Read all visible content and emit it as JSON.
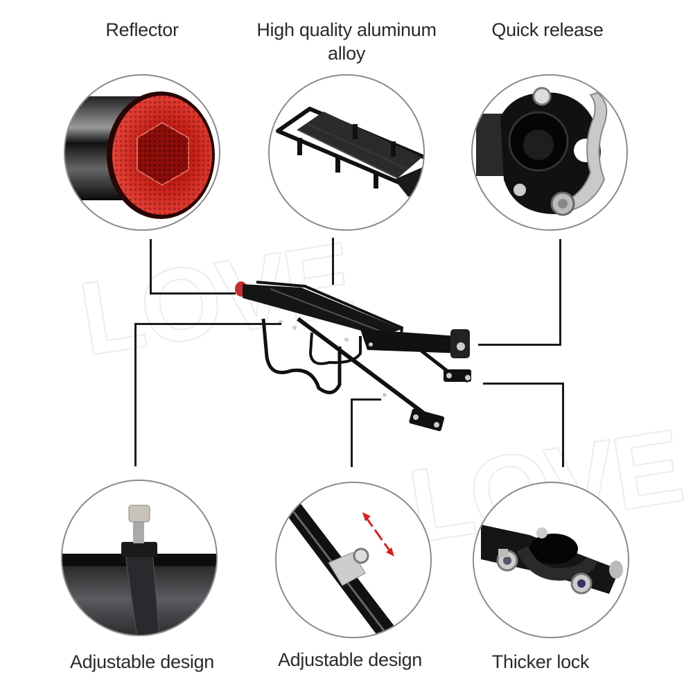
{
  "features": {
    "top": [
      {
        "id": "reflector",
        "label": "Reflector"
      },
      {
        "id": "aluminum",
        "label_line1": "High quality aluminum",
        "label_line2": "alloy"
      },
      {
        "id": "quick_release",
        "label": "Quick release"
      }
    ],
    "bottom": [
      {
        "id": "adjustable_1",
        "label": "Adjustable design"
      },
      {
        "id": "adjustable_2",
        "label": "Adjustable design"
      },
      {
        "id": "thicker_lock",
        "label": "Thicker lock"
      }
    ]
  },
  "watermark": {
    "text_1": "LOVE",
    "text_2": "LOVE"
  },
  "colors": {
    "reflector_red": "#d9261c",
    "rack_black": "#111111",
    "line": "#1a1a1a",
    "circle_border": "#8a8a8a",
    "arrow_red": "#d42020",
    "silver": "#c8c8c8"
  }
}
